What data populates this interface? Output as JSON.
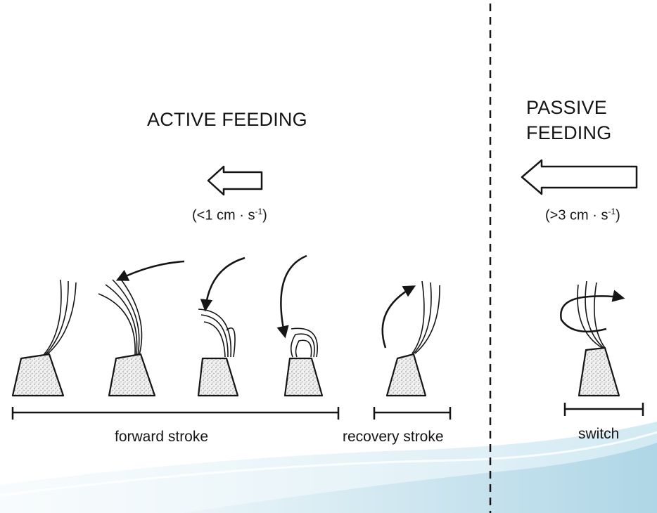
{
  "active": {
    "title": "ACTIVE FEEDING",
    "speed_open": "(<1 cm · s",
    "speed_exp": "-1",
    "speed_close": ")"
  },
  "passive": {
    "title_line1": "PASSIVE",
    "title_line2": "FEEDING",
    "speed_open": "(>3 cm · s",
    "speed_exp": "-1",
    "speed_close": ")"
  },
  "phases": {
    "forward": "forward stroke",
    "recovery": "recovery stroke",
    "switch": "switch"
  },
  "colors": {
    "ink": "#151515",
    "background_tint": "#cfe6ef"
  }
}
